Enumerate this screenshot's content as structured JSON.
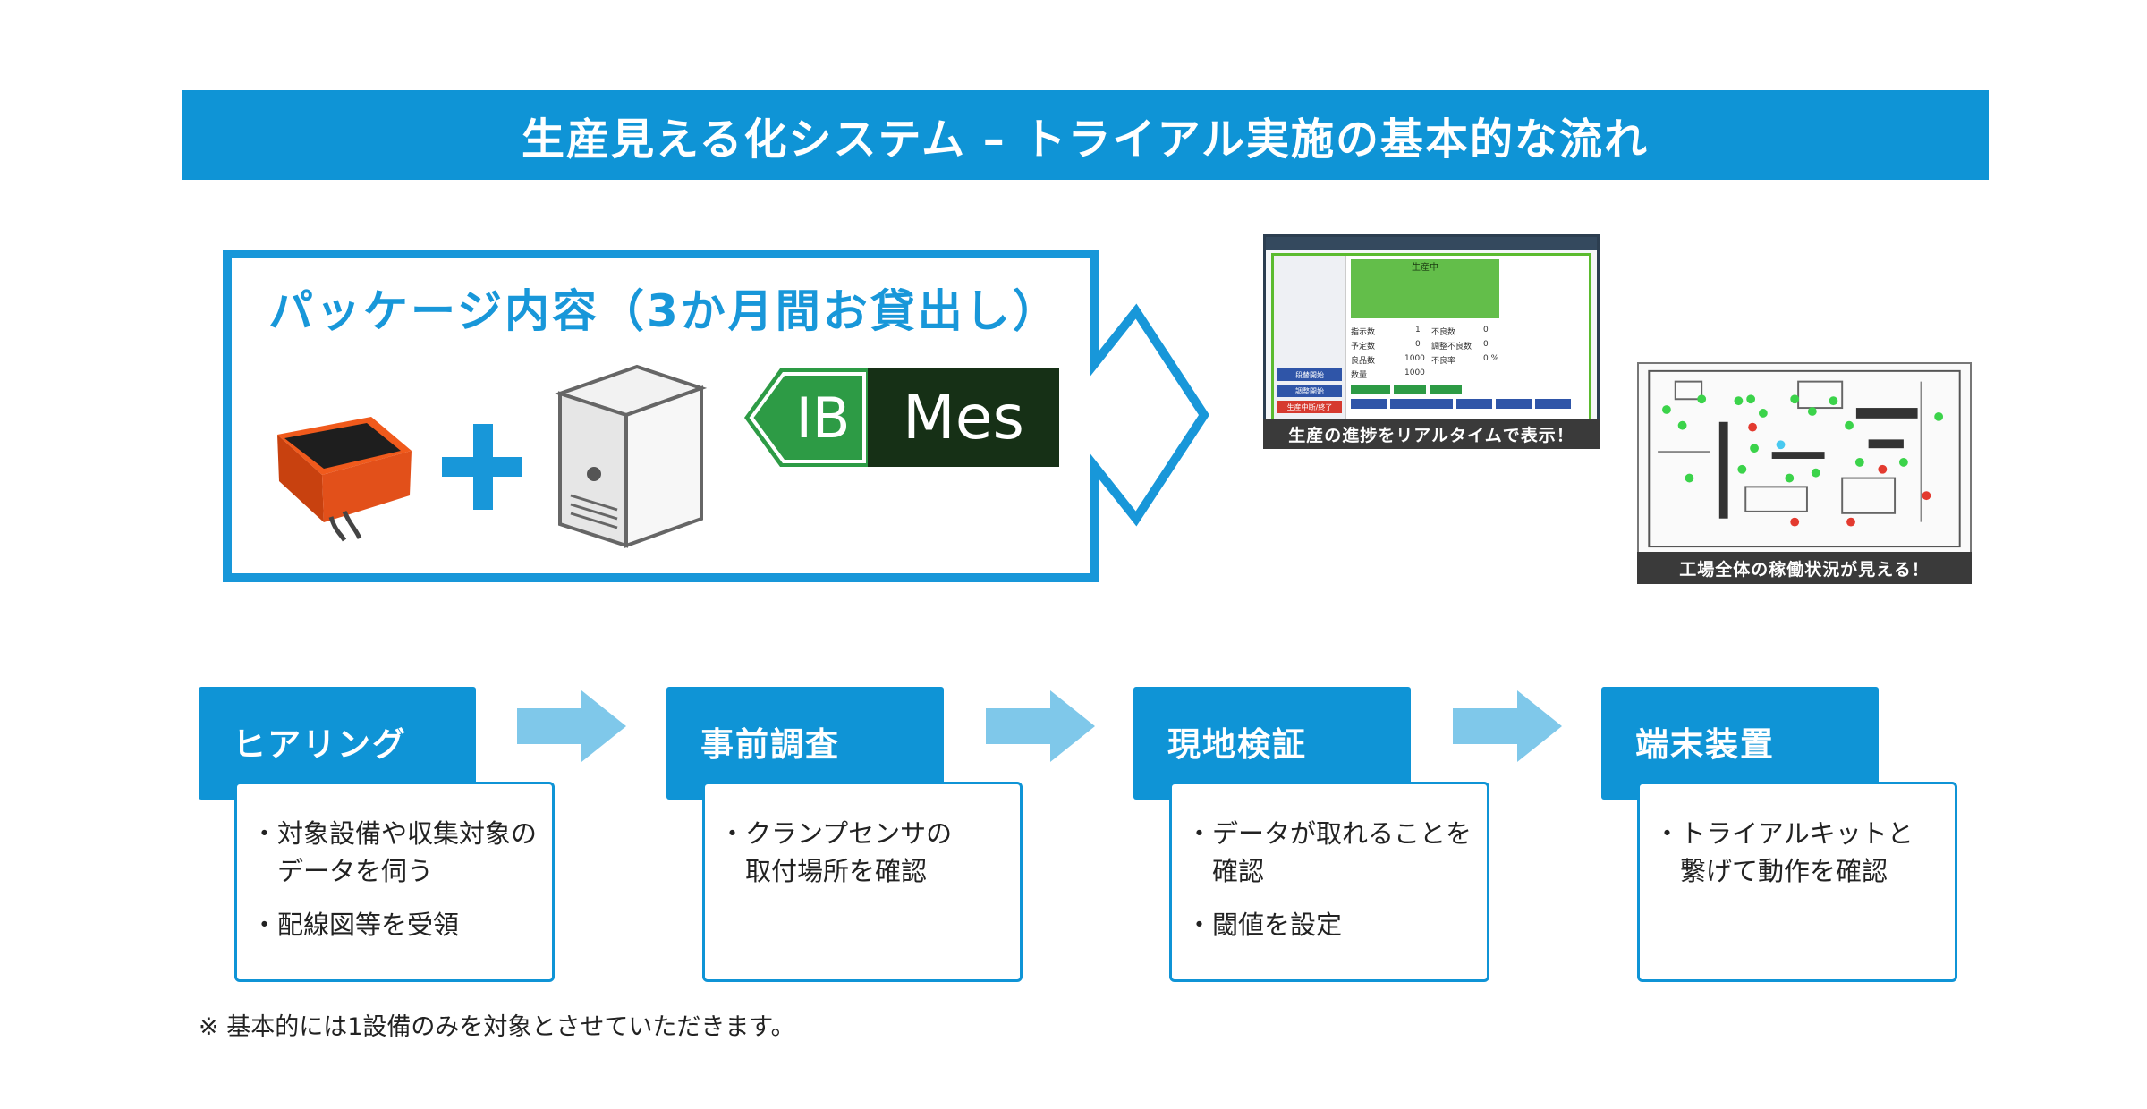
{
  "title": "生産見える化システム – トライアル実施の基本的な流れ",
  "package": {
    "title": "パッケージ内容（3か月間お貸出し）",
    "logo_ib": "IB",
    "logo_mes": "Mes",
    "icons": [
      "sensor-device-icon",
      "plus-icon",
      "server-icon"
    ]
  },
  "screens": {
    "production_caption": "生産の進捗をリアルタイムで表示！",
    "factory_caption": "工場全体の稼働状況が見える！",
    "production_status": "生産中",
    "buttons": [
      "段替開始",
      "調整開始",
      "生産中断/終了"
    ],
    "stats": [
      {
        "label": "指示数",
        "value": "1"
      },
      {
        "label": "予定数",
        "value": "0"
      },
      {
        "label": "良品数",
        "value": "1000"
      },
      {
        "label": "数量",
        "value": "1000"
      }
    ],
    "stats_right": [
      {
        "label": "不良数",
        "value": "0"
      },
      {
        "label": "調整不良数",
        "value": "0"
      },
      {
        "label": "不良率",
        "value": "0 %"
      }
    ],
    "colors": {
      "green": "#63be4a",
      "red": "#d63a2f",
      "blue": "#2f55a8"
    }
  },
  "steps": [
    {
      "title": "ヒアリング",
      "items": [
        [
          "・対象設備や収集対象の",
          "　データを伺う"
        ],
        [
          "・配線図等を受領"
        ]
      ]
    },
    {
      "title": "事前調査",
      "items": [
        [
          "・クランプセンサの",
          "　取付場所を確認"
        ]
      ]
    },
    {
      "title": "現地検証",
      "items": [
        [
          "・データが取れることを",
          "　確認"
        ],
        [
          "・閾値を設定"
        ]
      ]
    },
    {
      "title": "端末装置",
      "items": [
        [
          "・トライアルキットと",
          "　繋げて動作を確認"
        ]
      ]
    }
  ],
  "footnote": "※ 基本的には1設備のみを対象とさせていただきます。",
  "accent_color": "#0f94d6",
  "arrow_color": "#7fc8ea"
}
